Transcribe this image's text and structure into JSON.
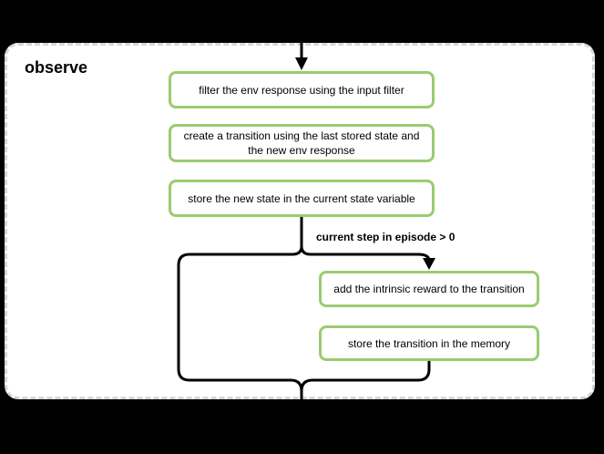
{
  "container": {
    "title": "observe",
    "background_color": "#ffffff",
    "border_color": "#d6d6d6",
    "page_background_color": "#000000"
  },
  "flow": {
    "steps": [
      {
        "label": "filter the env response using the input filter"
      },
      {
        "label": "create a transition using the last stored state and the new env response"
      },
      {
        "label": "store the new state in the current state variable"
      }
    ],
    "branch": {
      "condition_label": "current step in episode > 0",
      "steps": [
        {
          "label": "add the intrinsic reward to the transition"
        },
        {
          "label": "store the transition in the memory"
        }
      ]
    },
    "colors": {
      "node_border": "#9bcb72",
      "node_background": "#ffffff",
      "connector": "#000000",
      "text": "#000000"
    }
  }
}
